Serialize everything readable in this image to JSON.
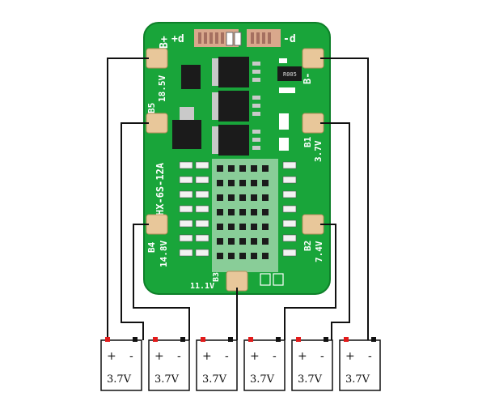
{
  "board": {
    "model": "HX-6S-12A",
    "pad_bplus": "B+",
    "pad_plusd": "+d",
    "pad_minusd": "-d",
    "pad_bminus": "B-",
    "b5_label": "B5",
    "b5_voltage": "18.5V",
    "b4_label": "B4",
    "b4_voltage": "14.8V",
    "b3_label": "B3",
    "b3_voltage": "11.1V",
    "b2_label": "B2",
    "b2_voltage": "7.4V",
    "b1_label": "B1",
    "b1_voltage": "3.7V",
    "resistor_code": "R005",
    "colors": {
      "pcb": "#19a53a",
      "pcb_dark": "#0e7f29",
      "pad": "#e8c79a",
      "wire": "#111111",
      "terminal_red": "#e21b1b"
    }
  },
  "cells": [
    {
      "plus": "+",
      "minus": "-",
      "voltage": "3.7V"
    },
    {
      "plus": "+",
      "minus": "-",
      "voltage": "3.7V"
    },
    {
      "plus": "+",
      "minus": "-",
      "voltage": "3.7V"
    },
    {
      "plus": "+",
      "minus": "-",
      "voltage": "3.7V"
    },
    {
      "plus": "+",
      "minus": "-",
      "voltage": "3.7V"
    },
    {
      "plus": "+",
      "minus": "-",
      "voltage": "3.7V"
    }
  ]
}
